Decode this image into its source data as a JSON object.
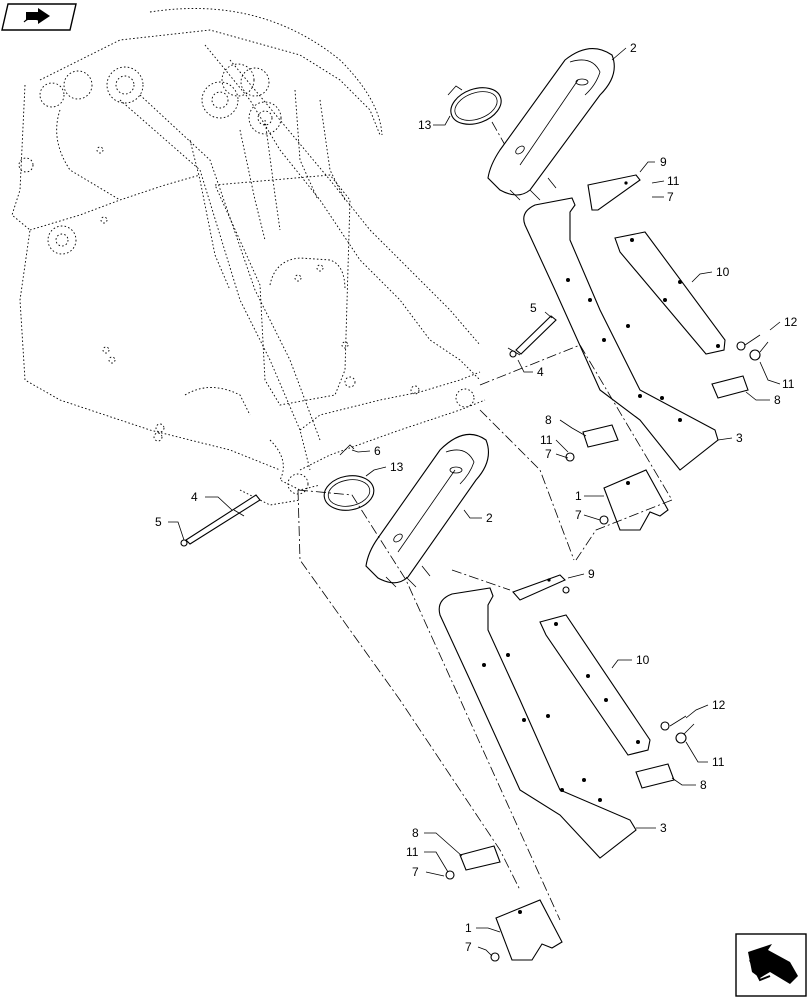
{
  "icons": {
    "top_left": "book-arrow-icon",
    "bottom_right": "assembly-arrow-icon"
  },
  "callouts": {
    "c_13a": "13",
    "c_2a": "2",
    "c_9a": "9",
    "c_11a": "11",
    "c_7a": "7",
    "c_10a": "10",
    "c_12a": "12",
    "c_11b": "11",
    "c_8a": "8",
    "c_5a": "5",
    "c_4a": "4",
    "c_3a": "3",
    "c_8b": "8",
    "c_11c": "11",
    "c_7b": "7",
    "c_6": "6",
    "c_13b": "13",
    "c_4b": "4",
    "c_5b": "5",
    "c_1a": "1",
    "c_7c": "7",
    "c_2b": "2",
    "c_9b": "9",
    "c_10b": "10",
    "c_12b": "12",
    "c_11d": "11",
    "c_8c": "8",
    "c_3b": "3",
    "c_8d": "8",
    "c_11e": "11",
    "c_7d": "7",
    "c_1b": "1",
    "c_7e": "7"
  }
}
